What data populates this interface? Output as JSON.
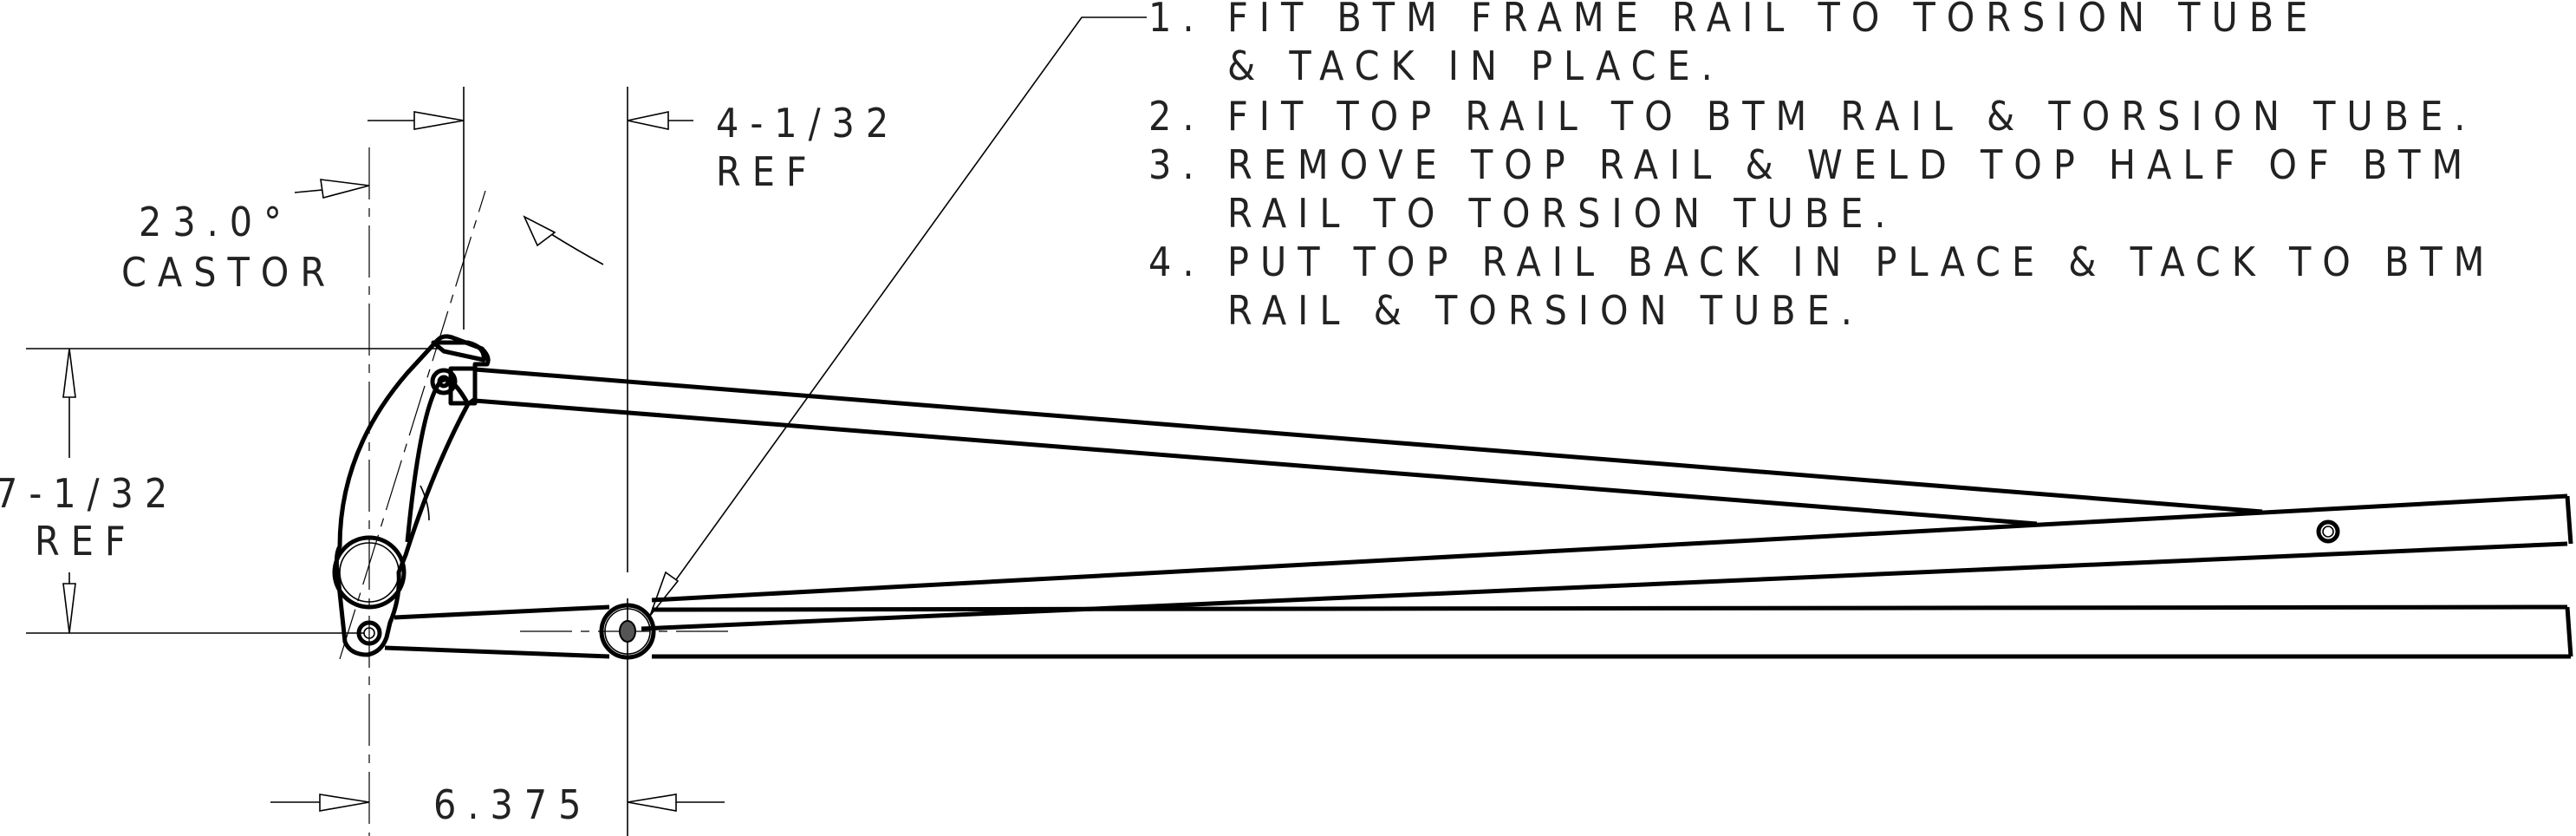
{
  "drawing": {
    "type": "mechanical-assembly-drawing",
    "subject": "frame rail to torsion tube weld assembly"
  },
  "notes": [
    {
      "number": "1.",
      "lines": [
        "FIT BTM FRAME RAIL TO TORSION TUBE",
        "& TACK IN PLACE."
      ]
    },
    {
      "number": "2.",
      "lines": [
        "FIT TOP RAIL TO BTM RAIL & TORSION TUBE."
      ]
    },
    {
      "number": "3.",
      "lines": [
        "REMOVE TOP RAIL & WELD TOP HALF OF BTM",
        "RAIL TO TORSION TUBE."
      ]
    },
    {
      "number": "4.",
      "lines": [
        "PUT TOP RAIL BACK IN PLACE & TACK TO BTM",
        "RAIL & TORSION TUBE."
      ]
    }
  ],
  "dimensions": {
    "castor_angle": {
      "value": "23.0°",
      "label": "CASTOR"
    },
    "horizontal_offset": {
      "value": "4-1/32",
      "label": "REF"
    },
    "vertical_height": {
      "value": "7-1/32",
      "label": "REF"
    },
    "bottom_width": {
      "value": "6.375"
    }
  },
  "colors": {
    "line": "#000000",
    "text": "#222222",
    "background": "#ffffff"
  }
}
